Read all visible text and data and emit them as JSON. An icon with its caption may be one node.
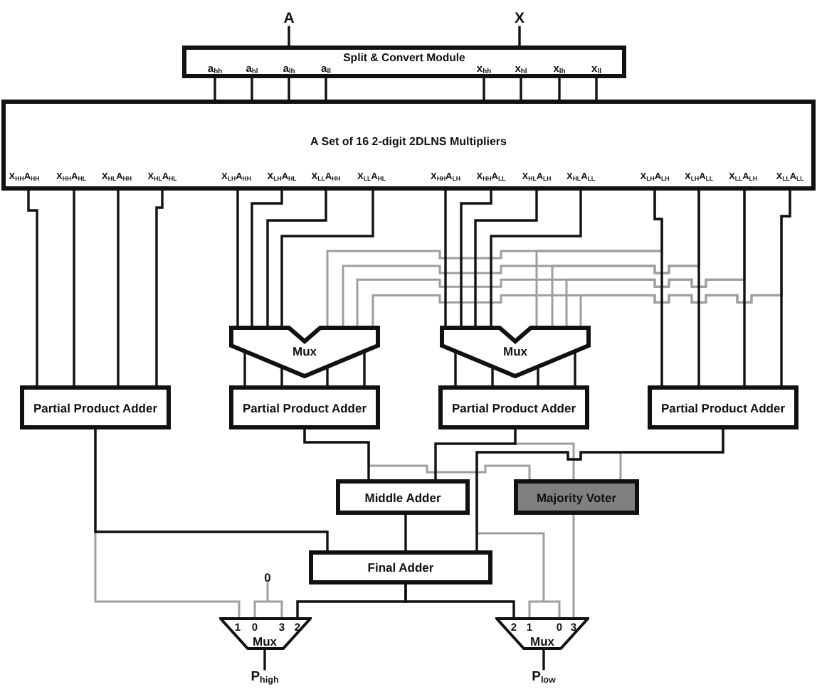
{
  "diagram": {
    "nodes": [
      {
        "text": [
          "A"
        ]
      },
      {
        "text": [
          "X"
        ]
      },
      {
        "text": [
          "Split & Convert Module",
          "a$_{hh}$",
          "a$_{hl}$",
          "a$_{lh}$",
          "a$_{ll}$",
          "x$_{hh}$",
          "x$_{hl}$",
          "x$_{lh}$",
          "x$_{ll}$"
        ]
      },
      {
        "text": [
          "A Set of 16 2-digit 2DLNS Multipliers",
          "X$_{HH}$A$_{HH}$",
          "X$_{HH}$A$_{HL}$",
          "X$_{HL}$A$_{HH}$",
          "X$_{HL}$A$_{HL}$",
          "X$_{LH}$A$_{HH}$",
          "X$_{LH}$A$_{HL}$",
          "X$_{LL}$A$_{HH}$",
          "X$_{LL}$A$_{HL}$",
          "X$_{HH}$A$_{LH}$",
          "X$_{HH}$A$_{LL}$",
          "X$_{HL}$A$_{LH}$",
          "X$_{HL}$A$_{LL}$",
          "X$_{LH}$A$_{LH}$",
          "X$_{LH}$A$_{LL}$",
          "X$_{LL}$A$_{LH}$",
          "X$_{LL}$A$_{LL}$"
        ]
      },
      {
        "text": [
          "Mux"
        ]
      },
      {
        "text": [
          "Mux"
        ]
      },
      {
        "text": [
          "Partial Product Adder"
        ]
      },
      {
        "text": [
          "Partial Product Adder"
        ]
      },
      {
        "text": [
          "Partial Product Adder"
        ]
      },
      {
        "text": [
          "Partial Product Adder"
        ]
      },
      {
        "text": [
          "Middle Adder"
        ]
      },
      {
        "text": [
          "Majority Voter"
        ]
      },
      {
        "text": [
          "Final Adder"
        ]
      },
      {
        "text": [
          "0"
        ]
      },
      {
        "text": [
          "1",
          "0",
          "3",
          "2",
          "Mux"
        ]
      },
      {
        "text": [
          "2",
          "1",
          "0",
          "3",
          "Mux"
        ]
      },
      {
        "text": [
          "P$_{high}$"
        ]
      },
      {
        "text": [
          "P$_{low}$"
        ]
      }
    ],
    "edges": [
      {
        "from": 0,
        "to": 2,
        "arrow": "none"
      },
      {
        "from": 1,
        "to": 2,
        "arrow": "none"
      },
      {
        "from": 2,
        "to": 3,
        "arrow": "none"
      },
      {
        "from": 2,
        "to": 3,
        "arrow": "none"
      },
      {
        "from": 2,
        "to": 3,
        "arrow": "none"
      },
      {
        "from": 2,
        "to": 3,
        "arrow": "none"
      },
      {
        "from": 2,
        "to": 3,
        "arrow": "none"
      },
      {
        "from": 2,
        "to": 3,
        "arrow": "none"
      },
      {
        "from": 2,
        "to": 3,
        "arrow": "none"
      },
      {
        "from": 2,
        "to": 3,
        "arrow": "none"
      },
      {
        "from": 3,
        "to": 6,
        "arrow": "none"
      },
      {
        "from": 3,
        "to": 6,
        "arrow": "none"
      },
      {
        "from": 3,
        "to": 6,
        "arrow": "none"
      },
      {
        "from": 3,
        "to": 6,
        "arrow": "none"
      },
      {
        "from": 3,
        "to": 4,
        "arrow": "none"
      },
      {
        "from": 3,
        "to": 4,
        "arrow": "none"
      },
      {
        "from": 3,
        "to": 4,
        "arrow": "none"
      },
      {
        "from": 3,
        "to": 4,
        "arrow": "none"
      },
      {
        "from": 3,
        "to": 5,
        "arrow": "none"
      },
      {
        "from": 3,
        "to": 5,
        "arrow": "none"
      },
      {
        "from": 3,
        "to": 5,
        "arrow": "none"
      },
      {
        "from": 3,
        "to": 5,
        "arrow": "none"
      },
      {
        "from": 3,
        "to": 9,
        "arrow": "none"
      },
      {
        "from": 3,
        "to": 9,
        "arrow": "none"
      },
      {
        "from": 3,
        "to": 9,
        "arrow": "none"
      },
      {
        "from": 3,
        "to": 9,
        "arrow": "none"
      },
      {
        "from": 3,
        "to": 4,
        "arrow": "none",
        "color": "#9e9e9e"
      },
      {
        "from": 3,
        "to": 4,
        "arrow": "none",
        "color": "#9e9e9e"
      },
      {
        "from": 3,
        "to": 4,
        "arrow": "none",
        "color": "#9e9e9e"
      },
      {
        "from": 3,
        "to": 4,
        "arrow": "none",
        "color": "#9e9e9e"
      },
      {
        "from": 3,
        "to": 5,
        "arrow": "none",
        "color": "#9e9e9e"
      },
      {
        "from": 3,
        "to": 5,
        "arrow": "none",
        "color": "#9e9e9e"
      },
      {
        "from": 3,
        "to": 5,
        "arrow": "none",
        "color": "#9e9e9e"
      },
      {
        "from": 3,
        "to": 5,
        "arrow": "none",
        "color": "#9e9e9e"
      },
      {
        "from": 4,
        "to": 7,
        "arrow": "none"
      },
      {
        "from": 4,
        "to": 7,
        "arrow": "none"
      },
      {
        "from": 4,
        "to": 7,
        "arrow": "none"
      },
      {
        "from": 4,
        "to": 7,
        "arrow": "none"
      },
      {
        "from": 5,
        "to": 8,
        "arrow": "none"
      },
      {
        "from": 5,
        "to": 8,
        "arrow": "none"
      },
      {
        "from": 5,
        "to": 8,
        "arrow": "none"
      },
      {
        "from": 5,
        "to": 8,
        "arrow": "none"
      },
      {
        "from": 6,
        "to": 12,
        "arrow": "none"
      },
      {
        "from": 6,
        "to": 14,
        "arrow": "none",
        "color": "#9e9e9e"
      },
      {
        "from": 7,
        "to": 10,
        "arrow": "none"
      },
      {
        "from": 7,
        "to": 11,
        "arrow": "none",
        "color": "#9e9e9e"
      },
      {
        "from": 8,
        "to": 10,
        "arrow": "none"
      },
      {
        "from": 8,
        "to": 11,
        "arrow": "none",
        "color": "#9e9e9e"
      },
      {
        "from": 9,
        "to": 12,
        "arrow": "none"
      },
      {
        "from": 9,
        "to": 11,
        "arrow": "none",
        "color": "#9e9e9e"
      },
      {
        "from": 9,
        "to": 15,
        "arrow": "none",
        "color": "#9e9e9e"
      },
      {
        "from": 10,
        "to": 12,
        "arrow": "none"
      },
      {
        "from": 11,
        "to": 15,
        "arrow": "none",
        "color": "#9e9e9e"
      },
      {
        "from": 12,
        "to": 14,
        "arrow": "none"
      },
      {
        "from": 12,
        "to": 15,
        "arrow": "none"
      },
      {
        "from": 13,
        "to": 14,
        "arrow": "none",
        "color": "#9e9e9e"
      },
      {
        "from": 14,
        "to": 16,
        "arrow": "none"
      },
      {
        "from": 15,
        "to": 17,
        "arrow": "none"
      }
    ]
  }
}
